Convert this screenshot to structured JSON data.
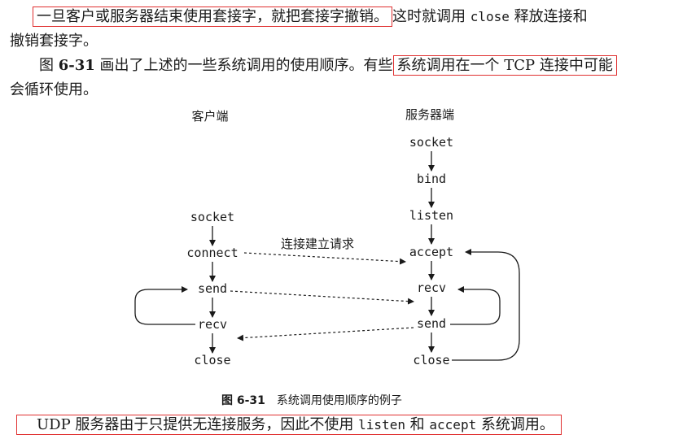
{
  "para1": {
    "highlight": "一旦客户或服务器结束使用套接字，就把套接字撤销。",
    "text_a": "这时就调用 ",
    "code": "close",
    "text_b": " 释放连接和",
    "line2": "撤销套接字。"
  },
  "para2": {
    "lead": "图 ",
    "fig_ref": "6-31",
    "text": " 画出了上述的一些系统调用的使用顺序。有些",
    "highlight": "系统调用在一个 TCP 连接中可能",
    "line2": "会循环使用。"
  },
  "diagram": {
    "client_label": "客户端",
    "server_label": "服务器端",
    "client_calls": [
      "socket",
      "connect",
      "send",
      "recv",
      "close"
    ],
    "server_calls": [
      "socket",
      "bind",
      "listen",
      "accept",
      "recv",
      "send",
      "close"
    ],
    "request_label": "连接建立请求"
  },
  "caption": {
    "number": "图 6-31",
    "title": "系统调用使用顺序的例子"
  },
  "para3": {
    "text_a": "UDP 服务器由于只提供无连接服务，因此不使用 ",
    "code1": "listen",
    "text_b": " 和 ",
    "code2": "accept",
    "text_c": " 系统调用。"
  }
}
